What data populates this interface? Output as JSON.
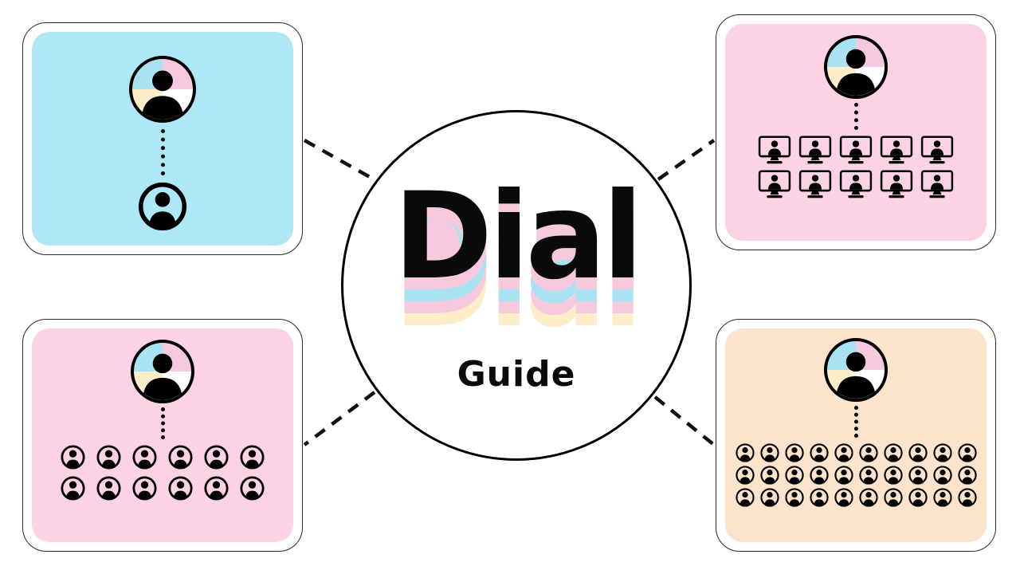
{
  "center": {
    "logo_text": "Dial",
    "subtitle": "Guide",
    "logo_color": "#0a0a0a",
    "echo_colors": [
      "#f7c9de",
      "#a9e3f2",
      "#f7c9de",
      "#fdeec9"
    ]
  },
  "colors": {
    "background": "#ffffff",
    "card_blue": "#aee7f6",
    "card_pink": "#fbd3e4",
    "card_peach": "#fce3cb",
    "line_color": "#111111",
    "icon_color": "#000000",
    "avatar_quadrants": [
      "#f7c9de",
      "#ffffff",
      "#fdeec9",
      "#a9e3f2"
    ]
  },
  "cards": [
    {
      "id": "one-on-one",
      "position": "top-left",
      "background": "#aee7f6",
      "host_icon": "avatar",
      "attendee_icon": "person",
      "attendee_count": 1,
      "per_row": 1
    },
    {
      "id": "webcam-meeting",
      "position": "top-right",
      "background": "#fbd3e4",
      "host_icon": "avatar",
      "attendee_icon": "monitor",
      "attendee_count": 10,
      "per_row": 5
    },
    {
      "id": "small-group",
      "position": "bottom-left",
      "background": "#fbd3e4",
      "host_icon": "avatar",
      "attendee_icon": "person",
      "attendee_count": 12,
      "per_row": 6
    },
    {
      "id": "large-group",
      "position": "bottom-right",
      "background": "#fce3cb",
      "host_icon": "avatar",
      "attendee_icon": "person",
      "attendee_count": 30,
      "per_row": 10
    }
  ]
}
